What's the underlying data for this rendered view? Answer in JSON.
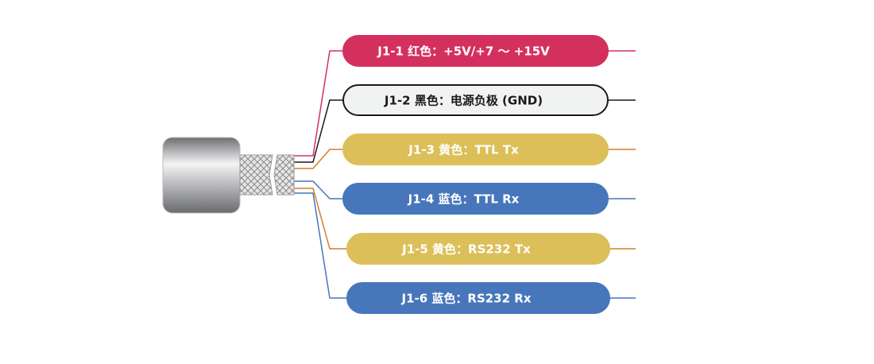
{
  "title": "J1 cable pinout",
  "pins": [
    {
      "label": "J1-1 红色：+5V/+7 ～ +15V",
      "fill": "#d4305e",
      "stroke": "#d4305e",
      "text_color": "#ffffff",
      "wire": "#d4305e"
    },
    {
      "label": "J1-2 黑色：电源负极 (GND)",
      "fill": "#f1f2f2",
      "stroke": "#1a1a1a",
      "text_color": "#1a1a1a",
      "wire": "#1a1a1a"
    },
    {
      "label": "J1-3 黄色：TTL  Tx",
      "fill": "#dcbf58",
      "stroke": "#dcbf58",
      "text_color": "#ffffff",
      "wire": "#d47f26"
    },
    {
      "label": "J1-4 蓝色：TTL Rx",
      "fill": "#4776bb",
      "stroke": "#4776bb",
      "text_color": "#ffffff",
      "wire": "#4776bb"
    },
    {
      "label": "J1-5 黄色：RS232 Tx",
      "fill": "#dcbf58",
      "stroke": "#dcbf58",
      "text_color": "#ffffff",
      "wire": "#d47f26"
    },
    {
      "label": "J1-6 蓝色：RS232 Rx",
      "fill": "#4776bb",
      "stroke": "#4776bb",
      "text_color": "#ffffff",
      "wire": "#4776bb"
    }
  ]
}
